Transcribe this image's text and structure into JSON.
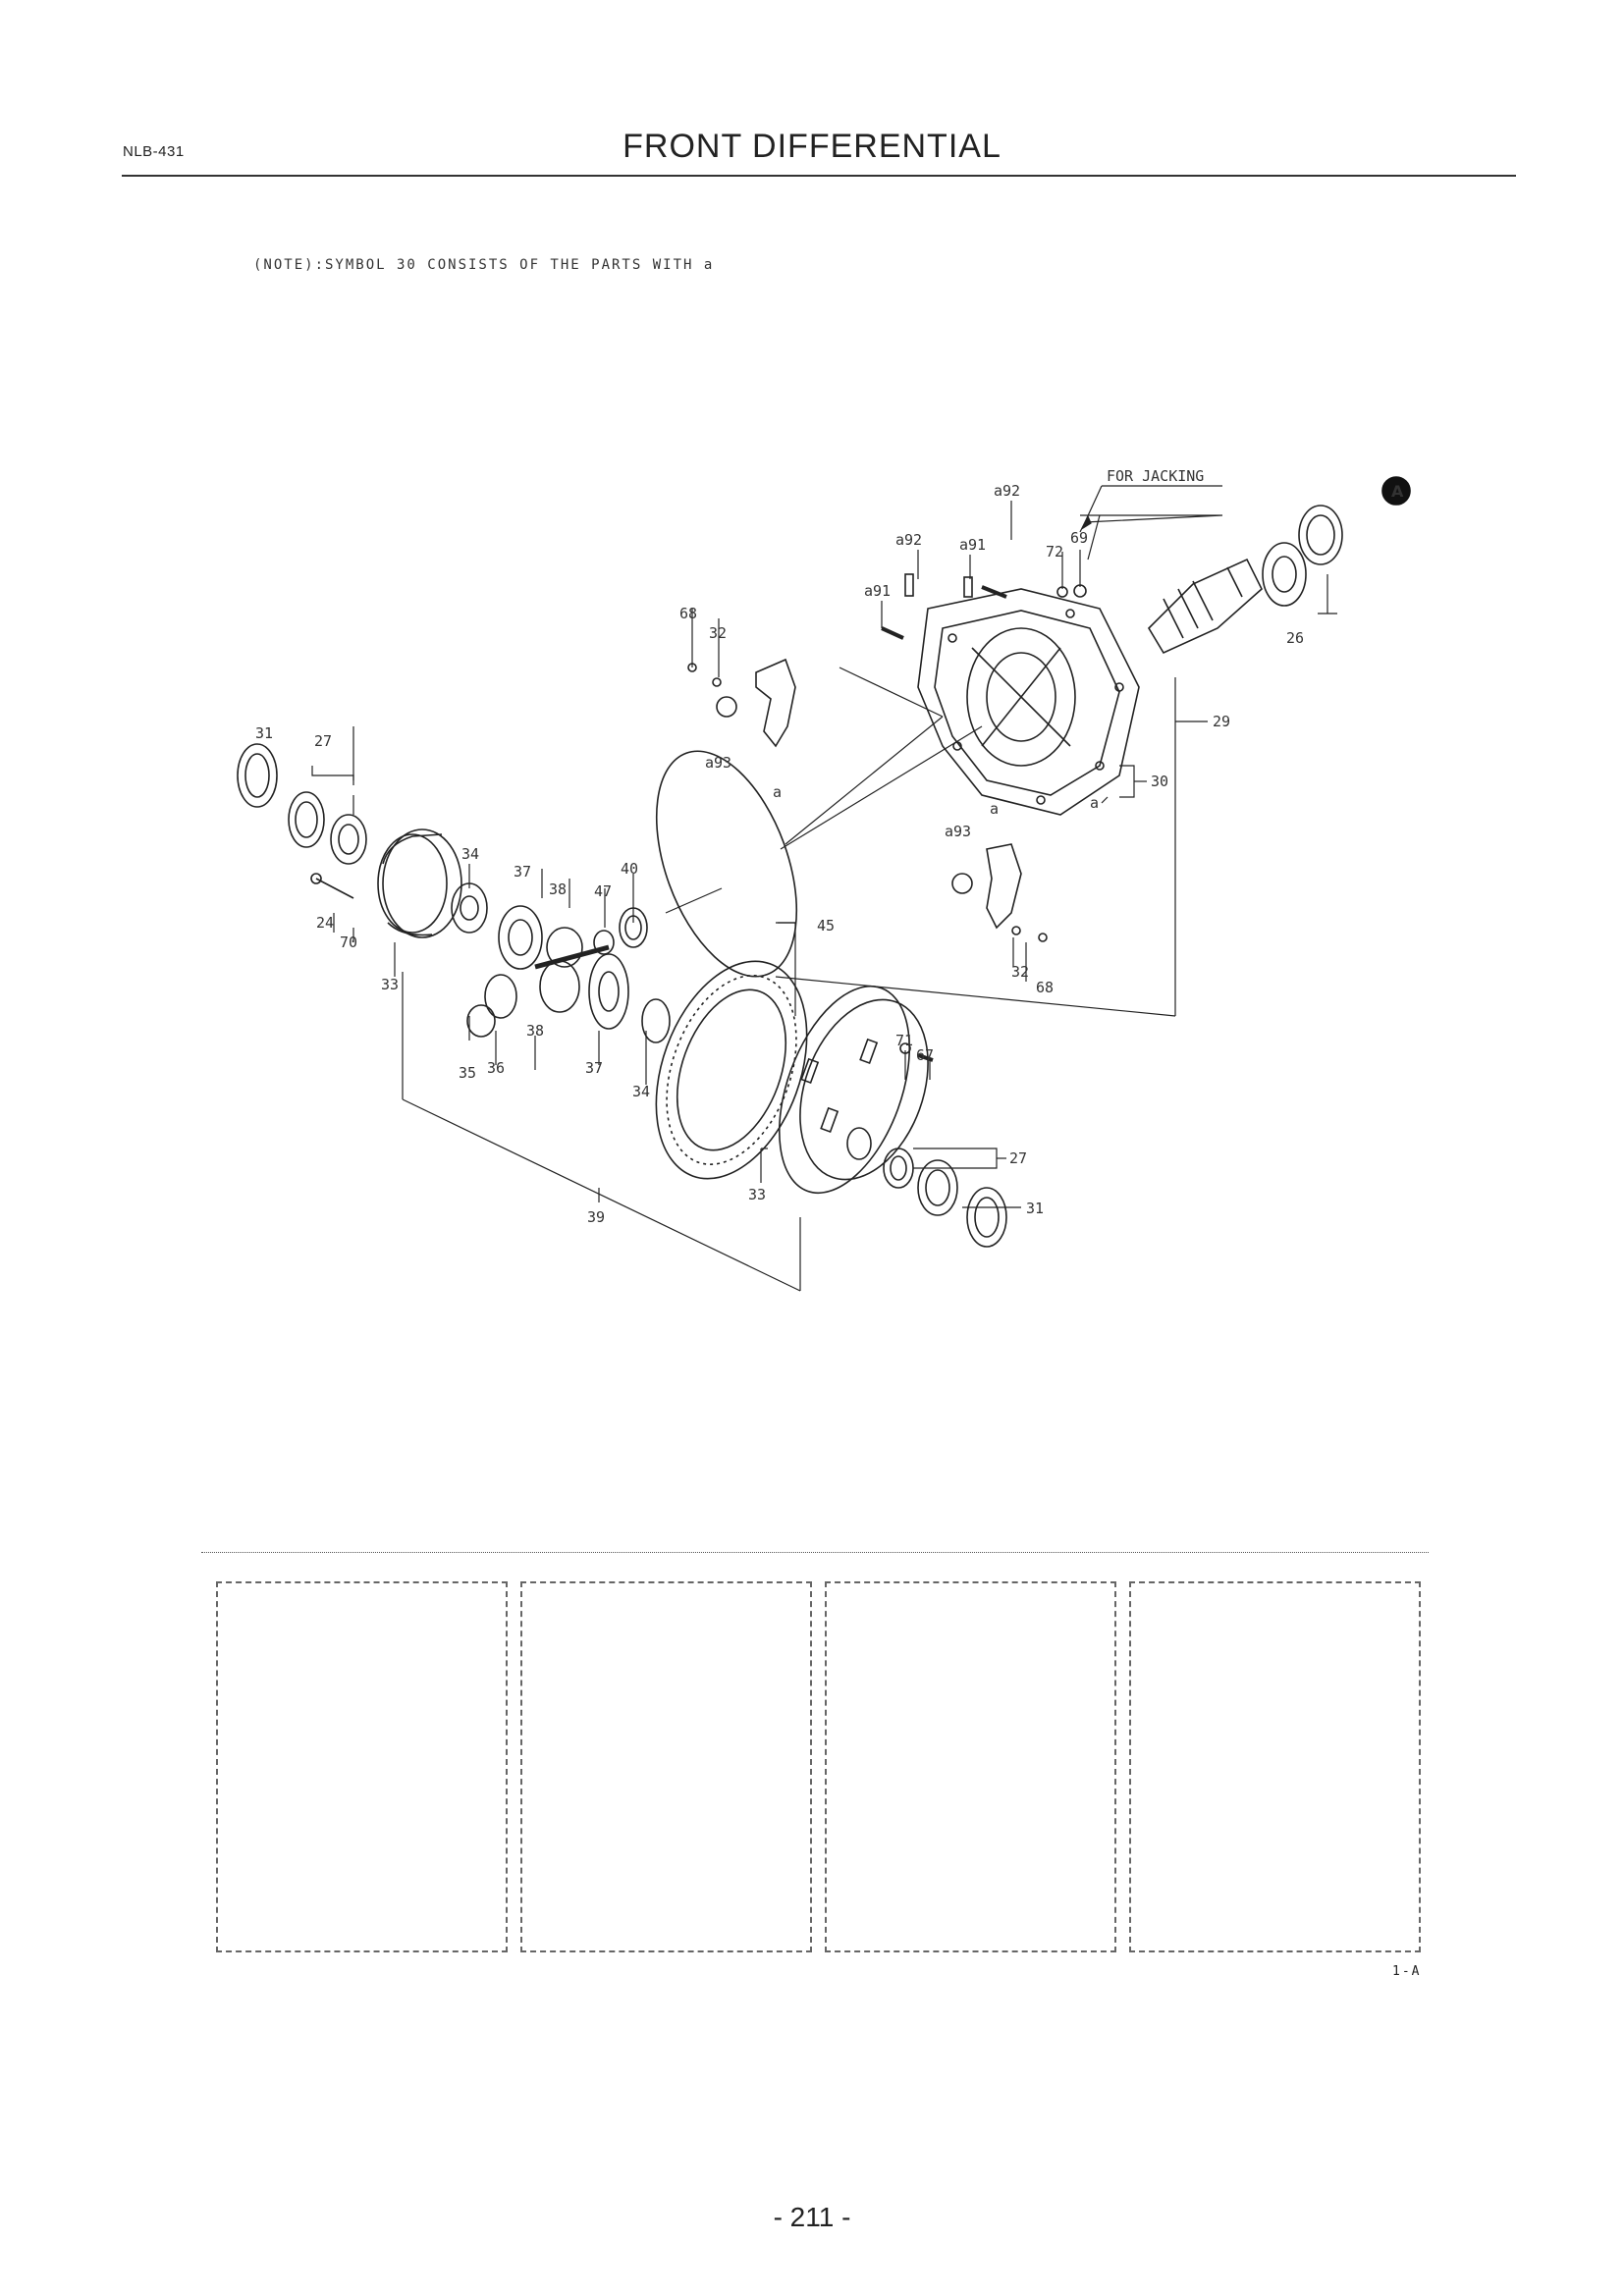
{
  "header": {
    "page_code": "NLB-431",
    "title": "FRONT DIFFERENTIAL"
  },
  "note": "(NOTE):SYMBOL 30 CONSISTS OF THE PARTS WITH a",
  "diagram": {
    "callout_letter": "A",
    "jacking_label": "FOR JACKING",
    "labels": {
      "l_a92_top": "a92",
      "l_a92_mid": "a92",
      "l_a91_mid": "a91",
      "l_a91_left": "a91",
      "l_72": "72",
      "l_69": "69",
      "l_68_top": "68",
      "l_32_top": "32",
      "l_a93_top": "a93",
      "l_a_top": "a",
      "l_26": "26",
      "l_29": "29",
      "l_30": "30",
      "l_a_right": "a",
      "l_a_mid": "a",
      "l_a93_mid": "a93",
      "l_31_left": "31",
      "l_27_left": "27",
      "l_34_top": "34",
      "l_37_top": "37",
      "l_38_top": "38",
      "l_47": "47",
      "l_40": "40",
      "l_45": "45",
      "l_24": "24",
      "l_70": "70",
      "l_33_left": "33",
      "l_32_bottom": "32",
      "l_68_bottom": "68",
      "l_38_bottom": "38",
      "l_35": "35",
      "l_36": "36",
      "l_37_bottom": "37",
      "l_34_bottom": "34",
      "l_71": "71",
      "l_67": "67",
      "l_27_right": "27",
      "l_33_bottom": "33",
      "l_31_right": "31",
      "l_39": "39"
    }
  },
  "figure_code": "1-A",
  "footer": {
    "page_number": "- 211 -"
  }
}
